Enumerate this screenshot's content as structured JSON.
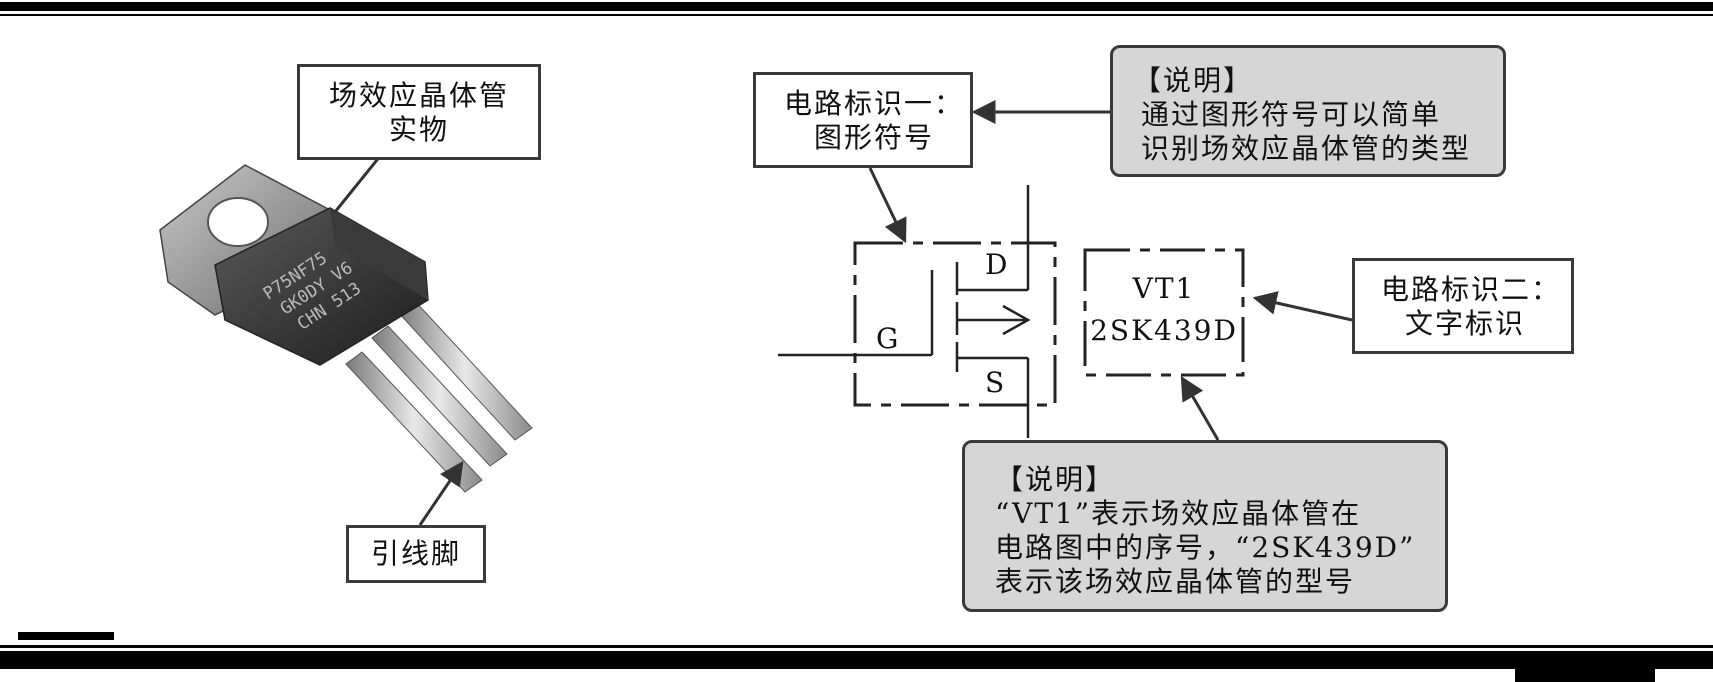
{
  "photo": {
    "label_lines": [
      "场效应晶体管",
      "实物"
    ],
    "marking_lines": [
      "P75NF75",
      "GK0DY V6",
      "CHN 513"
    ],
    "pin_label": "引线脚"
  },
  "symbol": {
    "title_lines": [
      "电路标识一：",
      "图形符号"
    ],
    "gate": "G",
    "drain": "D",
    "source": "S"
  },
  "text_id": {
    "name": "VT1",
    "model": "2SK439D",
    "title_lines": [
      "电路标识二：",
      "文字标识"
    ]
  },
  "note1": {
    "header": "【说明】",
    "lines": [
      "通过图形符号可以简单",
      "识别场效应晶体管的类型"
    ]
  },
  "note2": {
    "header": "【说明】",
    "lines": [
      "“VT1”表示场效应晶体管在",
      "电路图中的序号，“2SK439D”",
      "表示该场效应晶体管的型号"
    ]
  },
  "colors": {
    "note_fill": "#d6d6d6",
    "border": "#3a3a3a",
    "rule": "#000000"
  }
}
